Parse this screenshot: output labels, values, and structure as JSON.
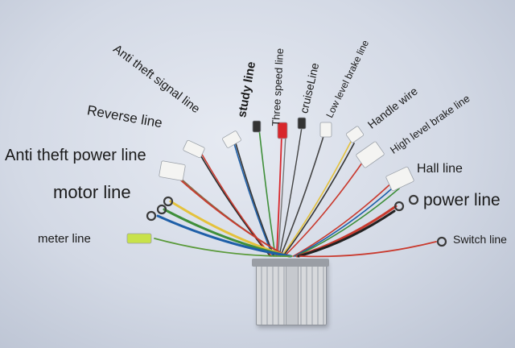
{
  "labels": {
    "anti_theft_signal_line": "Anti theft signal line",
    "study_line": "study line",
    "three_speed_line": "Three speed line",
    "cruise_line": "cruiseLine",
    "low_level_brake_line": "Low level brake line",
    "handle_wire": "Handle wire",
    "high_level_brake_line": "High level brake line",
    "reverse_line": "Reverse line",
    "anti_theft_power_line": "Anti theft power line",
    "motor_line": "motor line",
    "hall_line": "Hall line",
    "power_line": "power line",
    "meter_line": "meter line",
    "switch_line": "Switch line"
  },
  "colors": {
    "background": "#d3d9e5",
    "controller": "#c9ccd1",
    "connector_white": "#f4f4f2",
    "connector_red": "#d8262b",
    "connector_yellow_green": "#c8e24a"
  }
}
